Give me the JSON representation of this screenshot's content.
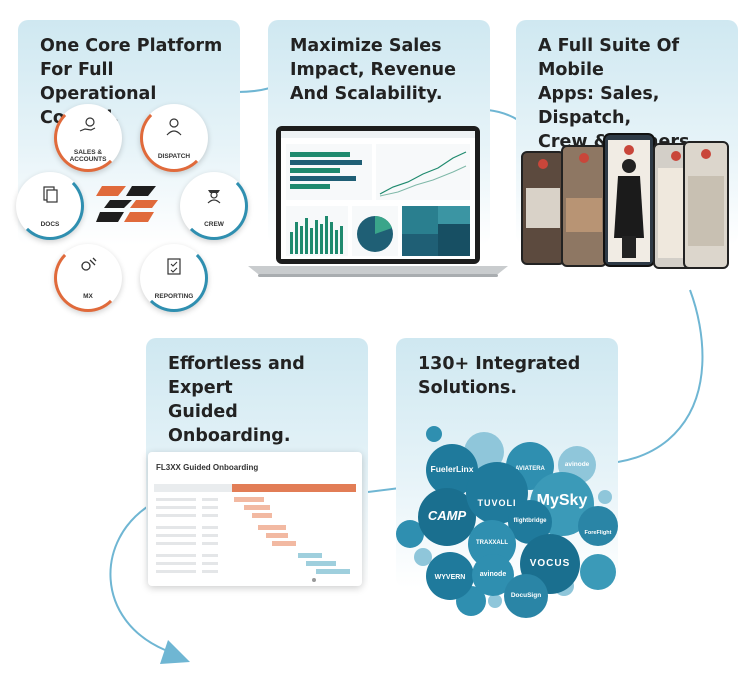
{
  "cards": {
    "platform": {
      "title": [
        "One Core Platform",
        "For Full Operational",
        "Control."
      ]
    },
    "sales": {
      "title": [
        "Maximize Sales",
        "Impact, Revenue",
        "And Scalability."
      ]
    },
    "mobile": {
      "title": [
        "A Full Suite Of Mobile",
        "Apps: Sales, Dispatch,",
        "Crew & Owners."
      ]
    },
    "onboarding": {
      "title": [
        "Effortless and Expert",
        "Guided Onboarding."
      ]
    },
    "integrations": {
      "title": [
        "130+ Integrated",
        "Solutions."
      ]
    }
  },
  "hub": {
    "modules": [
      "SALES & ACCOUNTS",
      "DISPATCH",
      "CREW",
      "REPORTING",
      "MX",
      "DOCS"
    ],
    "module_icons": [
      "hand-coin-icon",
      "person-headset-icon",
      "pilot-icon",
      "clipboard-check-icon",
      "wrench-gear-icon",
      "documents-icon"
    ]
  },
  "onboarding_doc": {
    "title": "FL3XX Guided Onboarding"
  },
  "integrations": [
    "FuelerLinx",
    "AVIATERA",
    "avinode",
    "CAMP",
    "TUVOLI",
    "MySky",
    "flightbridge",
    "ForeFlight",
    "TRAXXALL",
    "WYVERN",
    "avinode",
    "VOCUS",
    "DocuSign"
  ],
  "colors": {
    "accent_orange": "#e06a3b",
    "accent_blue": "#2f8fb0",
    "card_bg": "#d7ecf4",
    "bubble_blue": "#1f7a9c",
    "flow_line": "#6fb6d3"
  }
}
